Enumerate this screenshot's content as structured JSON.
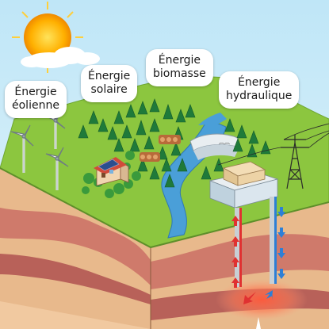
{
  "labels": {
    "wind": {
      "line1": "Énergie",
      "line2": "éolienne"
    },
    "solar": {
      "line1": "Énergie",
      "line2": "solaire"
    },
    "biomass": {
      "line1": "Énergie",
      "line2": "biomasse"
    },
    "hydro": {
      "line1": "Énergie",
      "line2": "hydraulique"
    }
  },
  "icons": {
    "sun": "sun-icon",
    "cloud": "cloud-icon",
    "wind_turbine": "wind-turbine-icon",
    "house_solar": "house-with-solar-panel-icon",
    "wood_logs": "log-pile-icon",
    "dam": "dam-icon",
    "geothermal_plant": "power-plant-icon",
    "pylon": "electricity-pylon-icon",
    "heat_source": "heat-zone-icon"
  },
  "colors": {
    "sky": "#c6e8f6",
    "grass": "#8cc63f",
    "water": "#4a9fd8",
    "soil_top": "#e6b488",
    "soil_red": "#c9706a",
    "hot_arrow": "#e03131",
    "cold_arrow": "#2d7fd6"
  }
}
